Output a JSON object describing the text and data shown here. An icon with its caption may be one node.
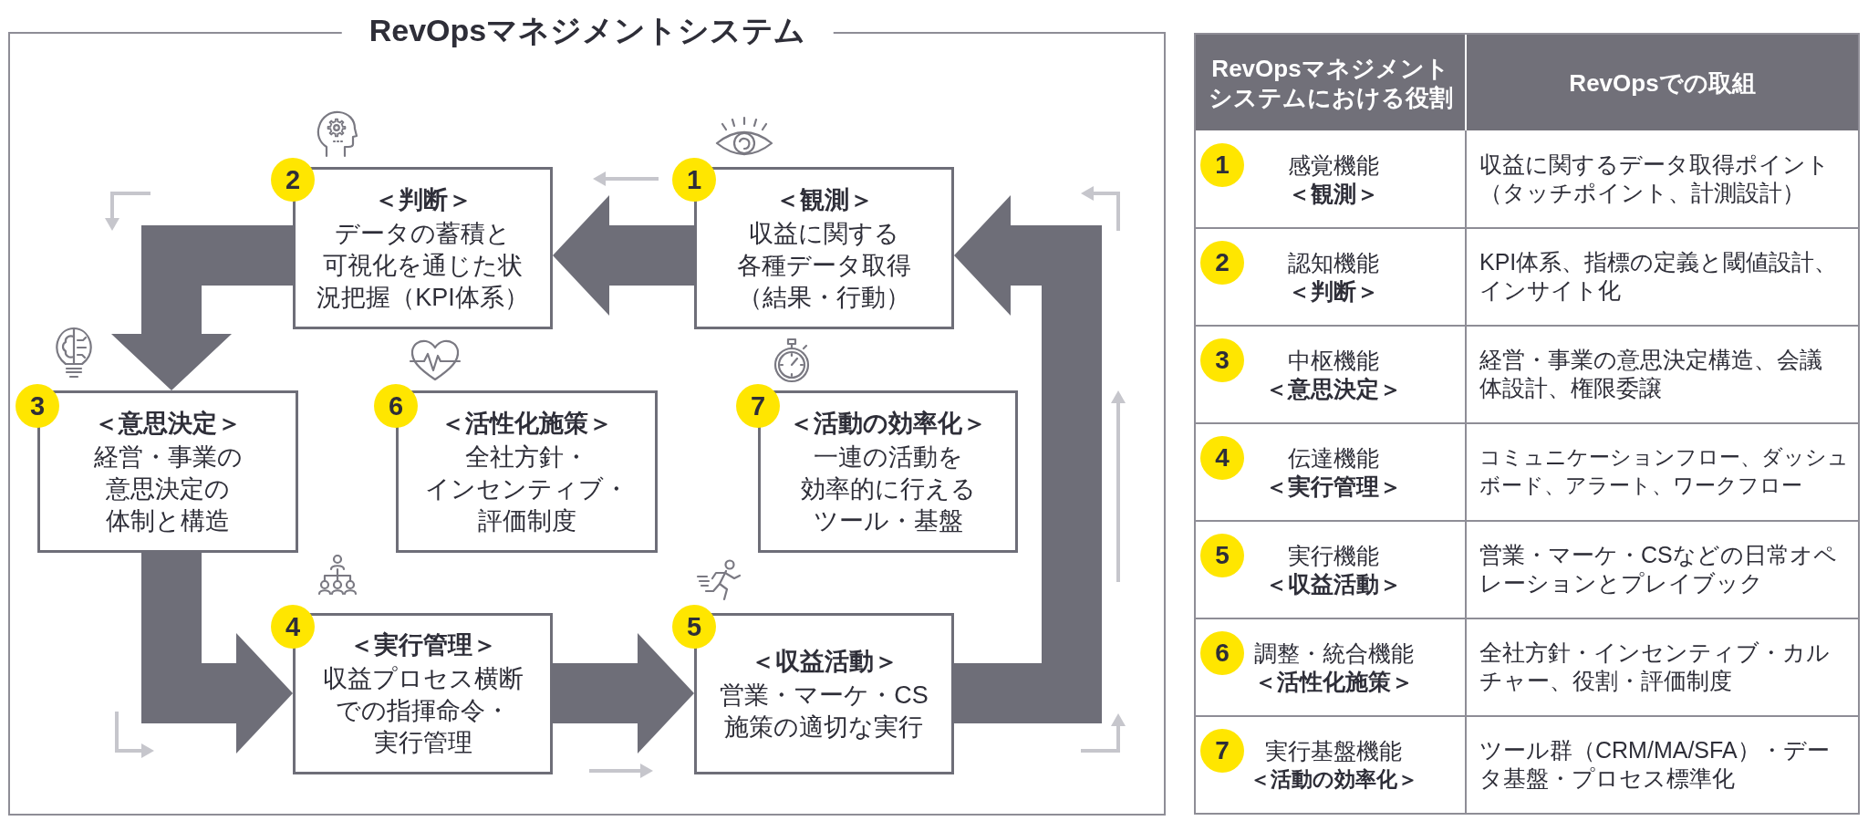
{
  "diagram": {
    "title": "RevOpsマネジメントシステム",
    "nodes": [
      {
        "text": [
          "1"
        ]
      },
      {
        "text": [
          "＜観測＞",
          "収益に関する各種データ取得（結果・行動）"
        ]
      },
      {
        "text": [
          "2"
        ]
      },
      {
        "text": [
          "＜判断＞",
          "データの蓄積と可視化を通じた状況把握（KPI体系）"
        ]
      },
      {
        "text": [
          "3"
        ]
      },
      {
        "text": [
          "＜意思決定＞",
          "経営・事業の意思決定の体制と構造"
        ]
      },
      {
        "text": [
          "4"
        ]
      },
      {
        "text": [
          "＜実行管理＞",
          "収益プロセス横断での指揮命令・実行管理"
        ]
      },
      {
        "text": [
          "5"
        ]
      },
      {
        "text": [
          "＜収益活動＞",
          "営業・マーケ・CS施策の適切な実行"
        ]
      },
      {
        "text": [
          "6"
        ]
      },
      {
        "text": [
          "＜活性化施策＞",
          "全社方針・インセンティブ・評価制度"
        ]
      },
      {
        "text": [
          "7"
        ]
      },
      {
        "text": [
          "＜活動の効率化＞",
          "一連の活動を効率的に行えるツール・基盤"
        ]
      },
      {
        "text": [
          "1"
        ]
      },
      {
        "text": [
          "2"
        ]
      },
      {
        "text": [
          "3"
        ]
      },
      {
        "text": [
          "4"
        ]
      },
      {
        "text": [
          "5"
        ]
      },
      {
        "text": [
          "6"
        ]
      },
      {
        "text": [
          "7"
        ]
      }
    ],
    "edges": [
      {
        "from": 1,
        "to": 3,
        "arrow": "to"
      },
      {
        "from": 3,
        "to": 5,
        "arrow": "to"
      },
      {
        "from": 5,
        "to": 7,
        "arrow": "to"
      },
      {
        "from": 7,
        "to": 9,
        "arrow": "to"
      },
      {
        "from": 9,
        "to": 1,
        "arrow": "to"
      }
    ],
    "labels": [
      "RevOpsマネジメントシステムにおける役割",
      "RevOpsでの取組",
      "感覚機能",
      "＜観測＞",
      "収益に関するデータ取得ポイント（タッチポイント、計測設計）",
      "認知機能",
      "＜判断＞",
      "KPI体系、指標の定義と閾値設計、インサイト化",
      "中枢機能",
      "＜意思決定＞",
      "経営・事業の意思決定構造、会議体設計、権限委譲",
      "伝達機能",
      "＜実行管理＞",
      "コミュニケーションフロー、ダッシュボード、アラート、ワークフロー",
      "実行機能",
      "＜収益活動＞",
      "営業・マーケ・CSなどの日常オペレーションとプレイブック",
      "調整・統合機能",
      "＜活性化施策＞",
      "全社方針・インセンティブ・カルチャー、役割・評価制度",
      "実行基盤機能",
      "＜活動の効率化＞",
      "ツール群（CRM/MA/SFA）・データ基盤・プロセス標準化"
    ]
  }
}
